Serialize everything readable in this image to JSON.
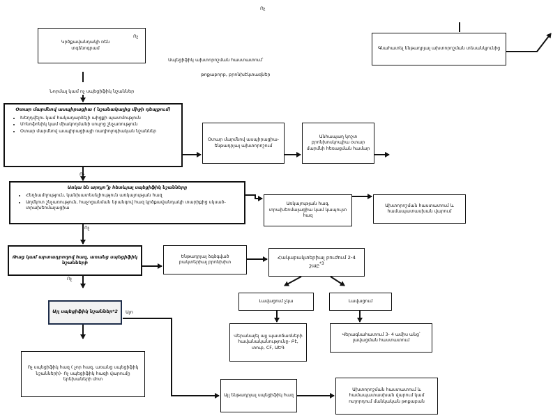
{
  "labels": {
    "top_no": "Ոչ",
    "top_box_no": "Ոչ",
    "note_line1": "Սպեցիֆիկ ախտորոշման հաստատում՝",
    "note_line2": "թոքաբորբ, բրոնխէկտազներ",
    "normal_or_nonspecific": "Նորմալ կամ ոչ սպեցիֆիկ նշաններ",
    "no_2": "Ոչ",
    "no_3": "Ոչ",
    "no_4": "Ոչ",
    "yes_1": "Այո"
  },
  "boxes": {
    "start": "Կրծքավանդակի ռեն տգենոգրամ",
    "top_right": "Գնահատել ենթադրյալ ախտորոշման տեսանկյունից",
    "step1_title": "Օտար մարմնով ասպիրացիա ( նշանակալից միջի դեպքում)",
    "step1_items": [
      "Խեղդվելու կամ հակադարձելի աիցքի պատմություն",
      "Մոնոֆոնիկ կամ միակողմանի սուլոց շնչառություն",
      "Օտար մարմնով ասպիրացիայի ռադիոլոգիական նշաններ"
    ],
    "foreign_body": "Օտար մարմնով ասպիրացիա- ենթադրյալ ախտորոշում",
    "bronchoscopy": "Անհապաղ կոշտ բրոնխոսկոպիա օտար մարմնի հեռացման համար",
    "step2_title": "Առկա են արդյո՞ք հետևյալ սպեցիֆիկ նշանները",
    "step2_items": [
      "Հեղձամղություն, կանխատեսելիություն առկայության հազ",
      "Աղմկոտ շնչառություն, հաչոցանման երանգով հազ կրծքավանդակի տարիքից սկսած- տրախեոմալացիա"
    ],
    "moist_cough": "Առկայության հազ, տրախեոմալացիա կամ կապույտ հազ",
    "confirm_1": "Ախտորոշման հաստատում և համապատասխան վարում",
    "step3": "Թաց կամ արտադրողով հազ, առանց սպեցիֆիկ նշանների",
    "presumed_bacterial": "Ենթադրյալ ձգձգված բակտերիալ բրոնխիտ",
    "antibiotics": "Հակաբակտերիալ բուժում 2-4 շաբ",
    "antibiotics_sup": "*3",
    "not_improved": "Լավացում չկա",
    "improved": "Լավացում",
    "further_tests": "Վերանայել այլ պատճառների հավանականությունը- Բէ, տուբ, CF, ԱԵԳ",
    "reassess": "Վերագնահատում 3- 4 ամիս անց՝ լավացման հաստատում",
    "other_signs": "Այլ սպեցիֆիկ նշաններ*2",
    "nonspecific": "Ոչ սպեցիֆիկ հազ ( չոր հազ, առանց սպեցիֆիկ նշանների)- Ոչ սպեցիֆիկ հազի վարումը երեխաների մոտ",
    "other_presumed": "Այլ ենթադրյալ սպեցիֆիկ հազ",
    "confirm_2": "Ախտորոշման հաստատում և համապատասխան վարում կամ ուղորդում մանկական թոքաբան"
  }
}
